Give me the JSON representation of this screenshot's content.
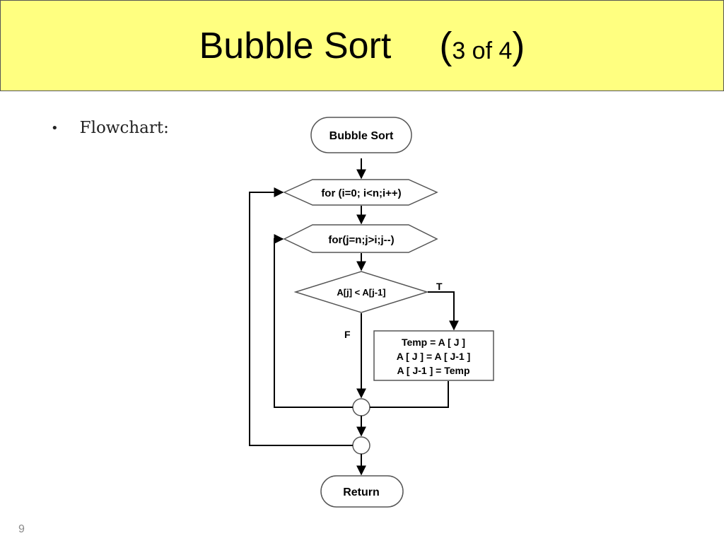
{
  "slide": {
    "title_main": "Bubble Sort",
    "title_paren_open": "(",
    "title_sub": "3 of 4",
    "title_paren_close": ")",
    "bullet_symbol": "•",
    "bullet_label": "Flowchart:",
    "page_number": "9"
  },
  "colors": {
    "title_background": "#ffff80",
    "line": "#000000",
    "shape_border": "#555555"
  },
  "flowchart": {
    "start": "Bubble Sort",
    "outer_loop": "for  (i=0; i<n;i++)",
    "inner_loop": "for(j=n;j>i;j--)",
    "condition": "A[j] < A[j-1]",
    "true_label": "T",
    "false_label": "F",
    "swap_lines": [
      "Temp = A [ J ]",
      "A [ J ] = A [ J-1 ]",
      "A [ J-1 ] = Temp"
    ],
    "end": "Return"
  }
}
